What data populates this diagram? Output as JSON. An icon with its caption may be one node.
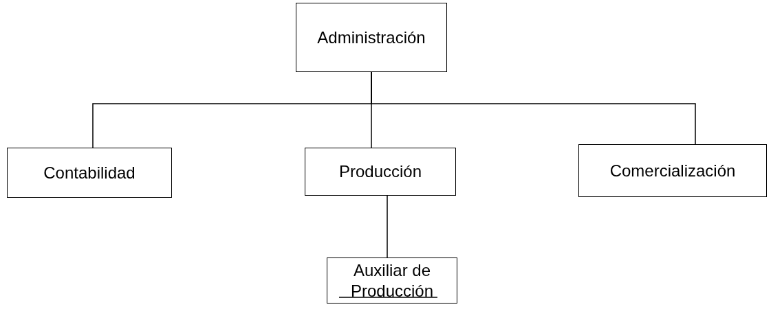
{
  "diagram": {
    "nodes": [
      {
        "text": [
          "Administración"
        ]
      },
      {
        "text": [
          "Contabilidad"
        ]
      },
      {
        "text": [
          "Producción"
        ]
      },
      {
        "text": [
          "Comercialización"
        ]
      },
      {
        "text": [
          "Auxiliar de Producción"
        ]
      }
    ],
    "edges": [
      {
        "from": 0,
        "to": 1,
        "arrow": "none"
      },
      {
        "from": 0,
        "to": 2,
        "arrow": "none"
      },
      {
        "from": 0,
        "to": 3,
        "arrow": "none"
      },
      {
        "from": 2,
        "to": 4,
        "arrow": "none"
      }
    ]
  }
}
